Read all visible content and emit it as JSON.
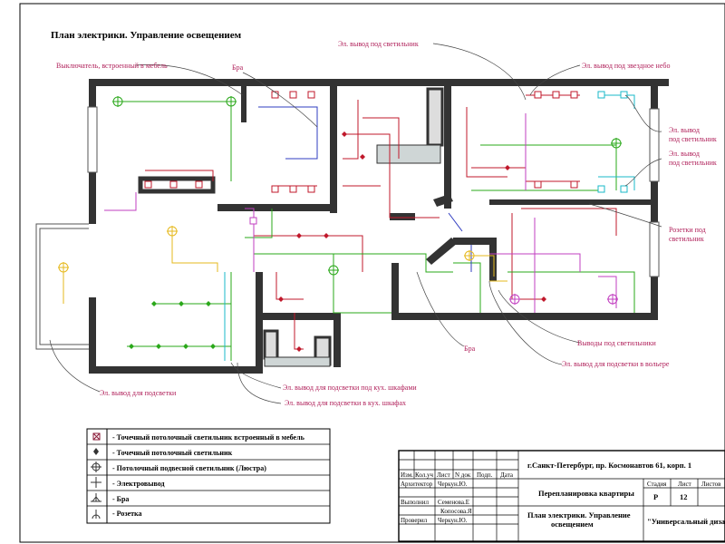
{
  "title": "План электрики. Управление освещением",
  "callouts": {
    "switch_in_furniture": "Выключатель, встроенный в мебель",
    "bra_top": "Бра",
    "el_out_lamp_top": "Эл. вывод под светильник",
    "el_out_starry_sky": "Эл. вывод под звездное небо",
    "el_out_lamp_r1a": "Эл. вывод",
    "el_out_lamp_r1b": "под светильник",
    "el_out_lamp_r2a": "Эл. вывод",
    "el_out_lamp_r2b": "под светильник",
    "sockets_a": "Розетки под",
    "sockets_b": "светильник",
    "outputs_lamp": "Выводы под светильники",
    "out_aviary": "Эл. вывод для подсветки в вольере",
    "bra_bottom": "Бра",
    "el_out_backlight": "Эл. вывод для подсветки",
    "el_out_under_cab": "Эл. вывод для подсветки под кух. шкафами",
    "el_out_in_cab": "Эл. вывод для подсветки в кух. шкафах"
  },
  "legend": [
    {
      "icon": "boxed-cross-icon",
      "label": "- Точечный потолочный светильник встроенный в мебель"
    },
    {
      "icon": "diamond-dot-icon",
      "label": "- Точечный потолочный светильник"
    },
    {
      "icon": "circle-cross-icon",
      "label": "- Потолочный подвесной светильник (Люстра)"
    },
    {
      "icon": "plus-icon",
      "label": "- Электровывод"
    },
    {
      "icon": "wall-lamp-icon",
      "label": "- Бра"
    },
    {
      "icon": "socket-icon",
      "label": "- Розетка"
    }
  ],
  "stamp": {
    "address": "г.Санкт-Петербург, пр. Космонавтов 61, корп. 1",
    "col_izm": "Изм.",
    "col_koluch": "Кол.уч",
    "col_list": "Лист",
    "col_ndok": "N док",
    "col_podp": "Подп.",
    "col_data": "Дата",
    "role_arch": "Архитектор",
    "name_arch": "Черкун.Ю.",
    "role_vypol": "Выполнил",
    "name_vypol1": "Семенова.Е",
    "name_vypol2": "Копосова.Я",
    "role_prov": "Проверил",
    "name_prov": "Черкун.Ю.",
    "project": "Перепланировка квартиры",
    "sheet_title_1": "План электрики. Управление",
    "sheet_title_2": "освещением",
    "h_stage": "Стадия",
    "h_sheet": "Лист",
    "h_sheets": "Листов",
    "stage": "Р",
    "sheet_no": "12",
    "company": "\"Универсальный дизайн\""
  },
  "colors": {
    "wall": "#333333",
    "red": "#c0182b",
    "green": "#2aa81a",
    "magenta": "#c23fc0",
    "yellow": "#e6b91e",
    "blue": "#2f3cc0",
    "cyan": "#1ab8c8",
    "callout": "#b0205a"
  }
}
